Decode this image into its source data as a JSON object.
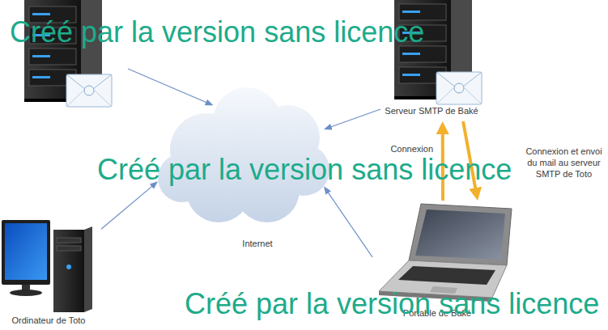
{
  "diagram": {
    "nodes": [
      {
        "text": [
          "Serveur SMTP de Baké"
        ]
      },
      {
        "text": [
          "Internet"
        ]
      },
      {
        "text": [
          "Ordinateur de Toto"
        ]
      },
      {
        "text": [
          "Portable de Baké"
        ]
      }
    ],
    "edges": [
      {
        "from": 0,
        "to": 1,
        "arrow": "to"
      },
      {
        "from": 2,
        "to": 1,
        "arrow": "to"
      },
      {
        "from": 3,
        "to": 1,
        "arrow": "to"
      },
      {
        "from": 3,
        "to": 0,
        "label": "Connexion",
        "arrow": "to"
      },
      {
        "from": 0,
        "to": 3,
        "label": "Connexion et envoi du mail au serveur SMTP de Toto",
        "arrow": "to"
      }
    ],
    "labels": [
      "Créé par la version sans licence",
      "Créé par la version sans licence",
      "Créé par la version sans licence"
    ]
  }
}
